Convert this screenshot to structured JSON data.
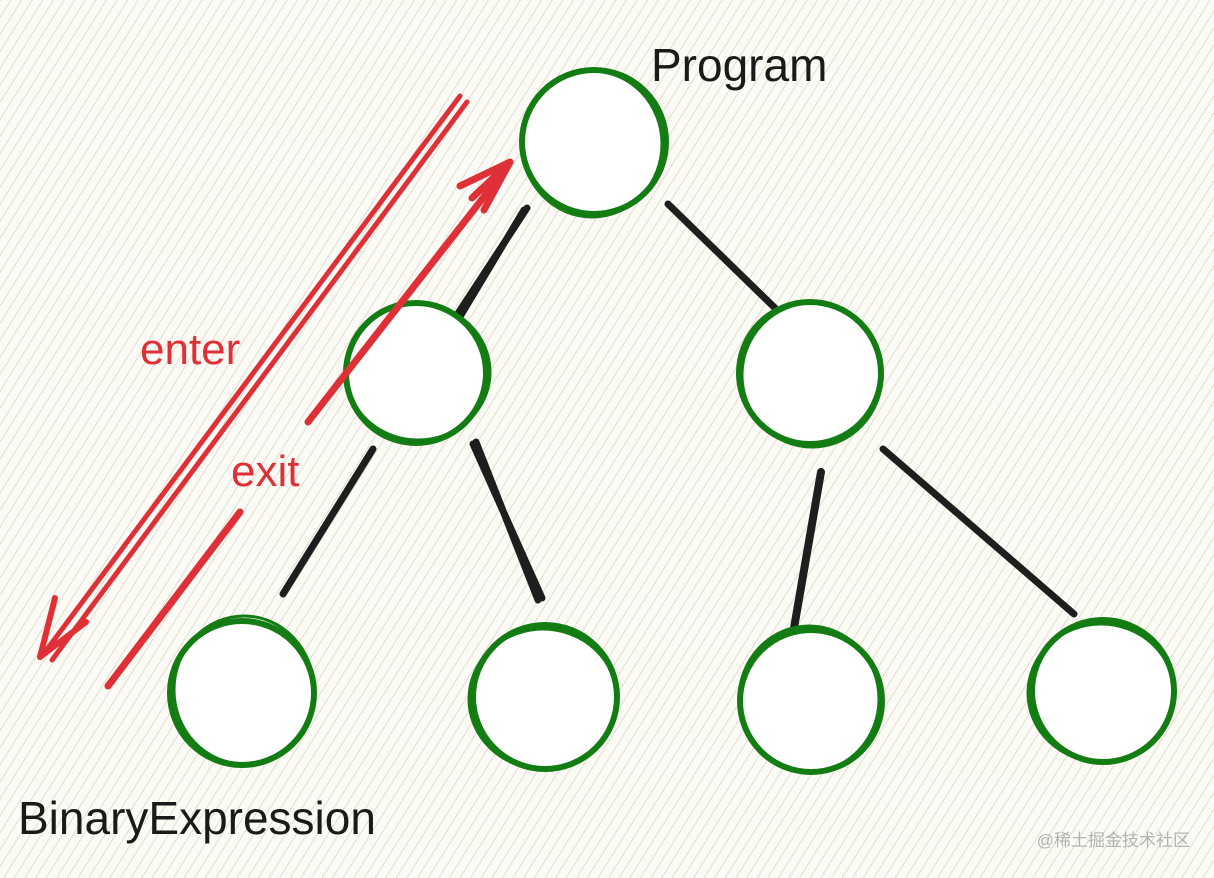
{
  "labels": {
    "root": "Program",
    "leaf": "BinaryExpression",
    "enter": "enter",
    "exit": "exit"
  },
  "watermark": "@稀土掘金技术社区",
  "colors": {
    "node_stroke": "#137c13",
    "node_fill": "#ffffff",
    "edge": "#1e1e1e",
    "arrow": "#df3037",
    "text": "#1a1a1a"
  },
  "tree": {
    "name": "Program",
    "children": [
      {
        "name": "",
        "children": [
          {
            "name": "BinaryExpression"
          },
          {
            "name": ""
          }
        ]
      },
      {
        "name": "",
        "children": [
          {
            "name": ""
          },
          {
            "name": ""
          }
        ]
      }
    ]
  },
  "traversal": [
    {
      "label": "enter",
      "direction": "down"
    },
    {
      "label": "exit",
      "direction": "up"
    }
  ]
}
